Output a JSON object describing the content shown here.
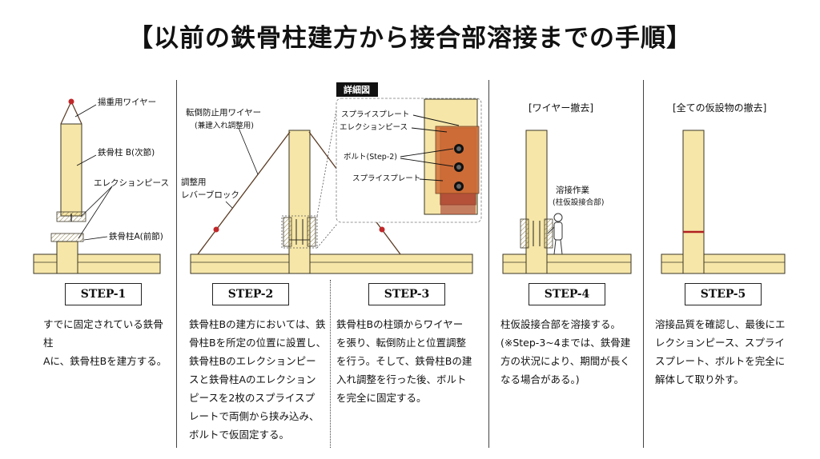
{
  "title": "【以前の鉄骨柱建方から接合部溶接までの手順】",
  "labels": {
    "hoist_wire": "揚重用ワイヤー",
    "column_b_next": "鉄骨柱 B(次節)",
    "erection_piece": "エレクションピース",
    "column_a_prev": "鉄骨柱A(前節)",
    "overturn_wire_1": "転倒防止用ワイヤー",
    "overturn_wire_2": "(兼建入れ調整用)",
    "lever_block_1": "調整用",
    "lever_block_2": "レバーブロック",
    "detail_title": "詳細図",
    "detail_splice_top": "スプライスプレート",
    "detail_erection_piece": "エレクションピース",
    "detail_bolt": "ボルト(Step-2)",
    "detail_splice_bottom": "スプライスプレート",
    "wire_removal": "[ワイヤー撤去]",
    "welding_work": "溶接作業",
    "welding_joint": "(柱仮設接合部)",
    "all_removal": "[全ての仮設物の撤去]"
  },
  "steps": [
    {
      "label": "STEP-1",
      "text": "すでに固定されている鉄骨柱\nAに、鉄骨柱Bを建方する。"
    },
    {
      "label": "STEP-2",
      "text": "鉄骨柱Bの建方においては、鉄\n骨柱Bを所定の位置に設置し、\n鉄骨柱Bのエレクションピー\nスと鉄骨柱Aのエレクション\nピースを2枚のスプライスプ\nレートで両側から挟み込み、\nボルトで仮固定する。"
    },
    {
      "label": "STEP-3",
      "text": "鉄骨柱Bの柱頭からワイヤー\nを張り、転倒防止と位置調整\nを行う。そして、鉄骨柱Bの建\n入れ調整を行った後、ボルト\nを完全に固定する。"
    },
    {
      "label": "STEP-4",
      "text": "柱仮設接合部を溶接する。\n(※Step-3~4までは、鉄骨建\n方の状況により、期間が長く\nなる場合がある。)"
    },
    {
      "label": "STEP-5",
      "text": "溶接品質を確認し、最後にエ\nレクションピース、スプライ\nスプレート、ボルトを完全に\n解体して取り外す。"
    }
  ],
  "colors": {
    "column": "#f6e6a8",
    "column_edge": "#3a3526",
    "floor": "#f6e6a8",
    "wire": "#5a3a22",
    "anchor": "#c0282a",
    "splice": "#c0562a",
    "weld": "#b02020"
  }
}
